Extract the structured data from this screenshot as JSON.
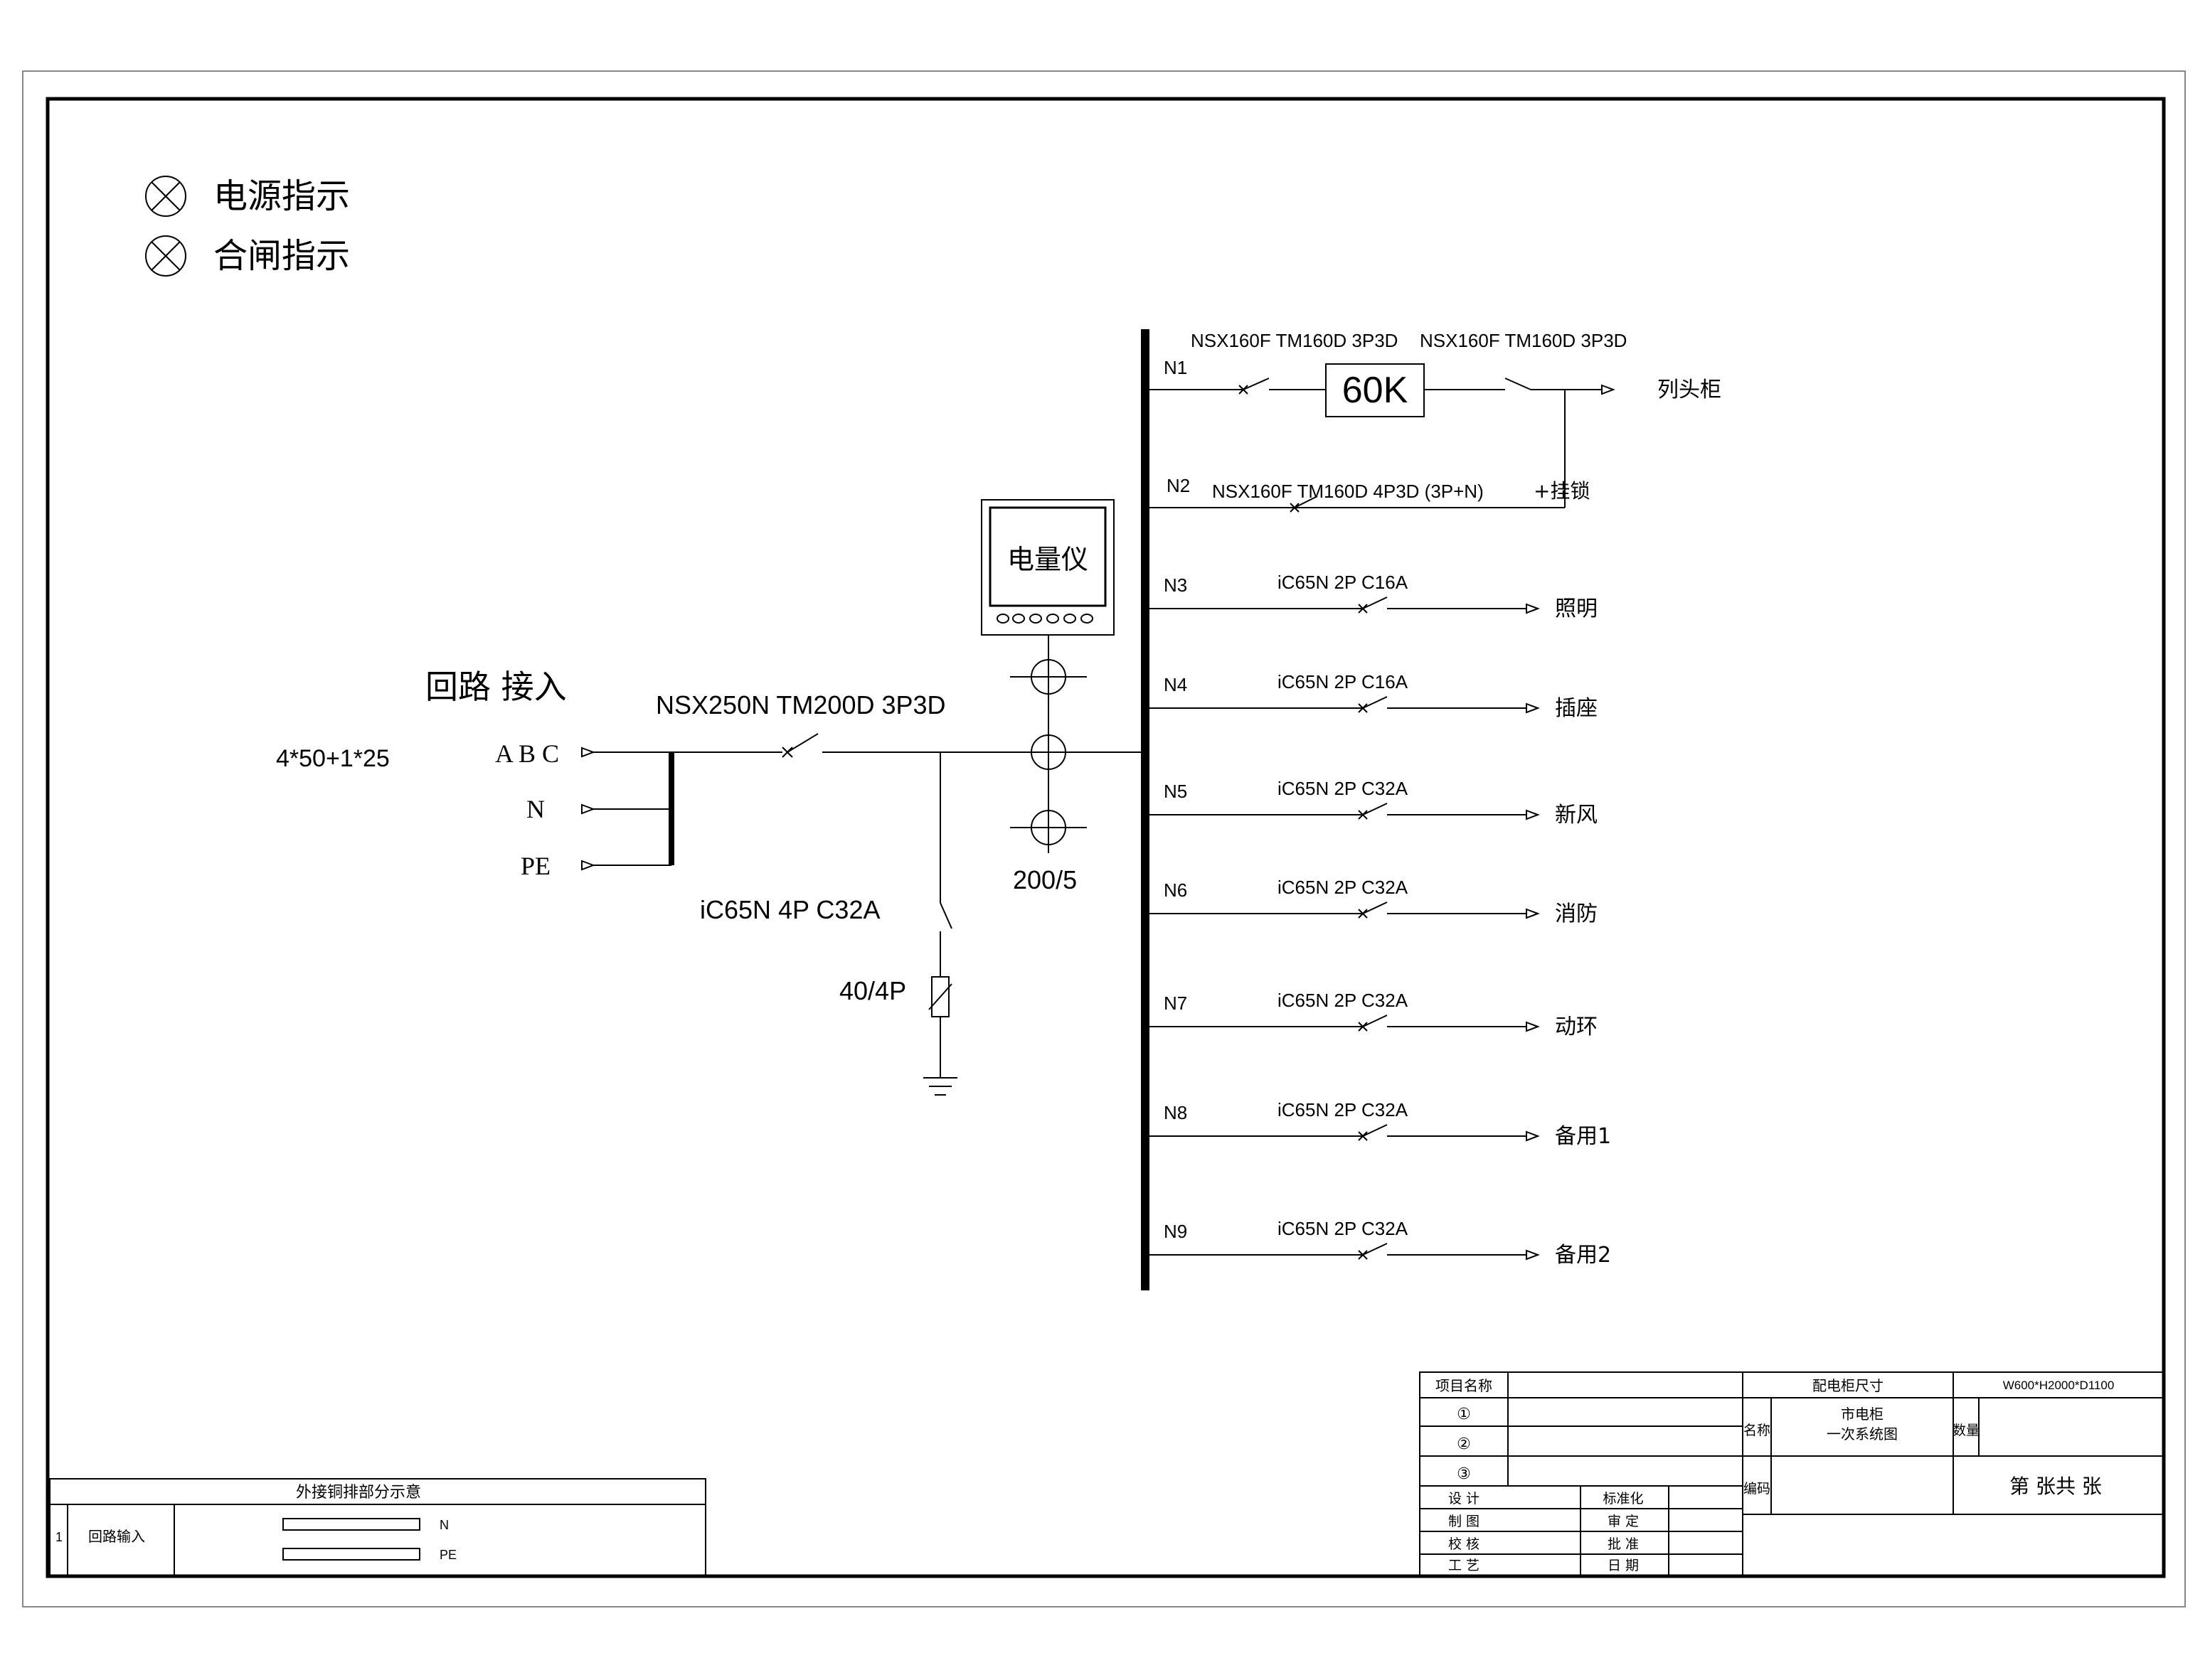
{
  "indicators": [
    {
      "label": "电源指示"
    },
    {
      "label": "合闸指示"
    }
  ],
  "incoming": {
    "title": "回路 接入",
    "cable": "4*50+1*25",
    "phase_abc": "A B C",
    "neutral": "N",
    "earth": "PE",
    "main_breaker": "NSX250N TM200D 3P3D",
    "spd_breaker": "iC65N 4P C32A",
    "spd": "40/4P",
    "meter": "电量仪",
    "ct_ratio": "200/5"
  },
  "feeders": [
    {
      "id": "N1",
      "breaker": "NSX160F TM160D 3P3D",
      "breaker2": "NSX160F TM160D 3P3D",
      "interlock": "60K",
      "load": "列头柜"
    },
    {
      "id": "N2",
      "breaker": "NSX160F TM160D 4P3D (3P+N)",
      "extra": "+挂锁",
      "load": ""
    },
    {
      "id": "N3",
      "breaker": "iC65N 2P C16A",
      "load": "照明"
    },
    {
      "id": "N4",
      "breaker": "iC65N 2P C16A",
      "load": "插座"
    },
    {
      "id": "N5",
      "breaker": "iC65N 2P C32A",
      "load": "新风"
    },
    {
      "id": "N6",
      "breaker": "iC65N 2P C32A",
      "load": "消防"
    },
    {
      "id": "N7",
      "breaker": "iC65N 2P C32A",
      "load": "动环"
    },
    {
      "id": "N8",
      "breaker": "iC65N 2P C32A",
      "load": "备用1"
    },
    {
      "id": "N9",
      "breaker": "iC65N 2P C32A",
      "load": "备用2"
    }
  ],
  "busbar_table": {
    "title": "外接铜排部分示意",
    "row_no": "1",
    "row_name": "回路输入",
    "bar1": "N",
    "bar2": "PE"
  },
  "title_block": {
    "project_name": "项目名称",
    "rev1": "①",
    "rev2": "②",
    "rev3": "③",
    "design": "设 计",
    "draw": "制 图",
    "check": "校 核",
    "process": "工 艺",
    "standard": "标准化",
    "review": "审 定",
    "approve": "批 准",
    "date": "日 期",
    "cabinet_size_label": "配电柜尺寸",
    "cabinet_size": "W600*H2000*D1100",
    "name_label": "名称",
    "name_value_1": "市电柜",
    "name_value_2": "一次系统图",
    "qty_label": "数量",
    "code_label": "编码",
    "sheet": "第 张共 张"
  }
}
